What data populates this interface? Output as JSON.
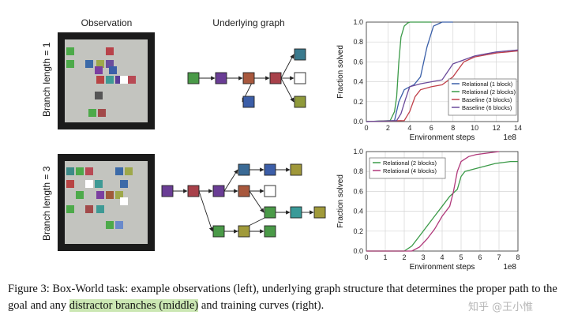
{
  "labels": {
    "observation": "Observation",
    "underlying_graph": "Underlying graph",
    "branch1": "Branch length = 1",
    "branch3": "Branch length = 3"
  },
  "observations": {
    "top": [
      {
        "c": "#4daa4a"
      },
      {
        "c": "#b8434a"
      },
      {
        "c": "#4daa4a"
      },
      {
        "c": "#3c6aa8"
      },
      {
        "c": "#9ea84a"
      },
      {
        "c": "#6a4d9d"
      },
      {
        "c": "#7b3fa0"
      },
      {
        "c": "#3b5ea8"
      },
      {
        "c": "#b84444"
      },
      {
        "c": "#3e9a95"
      },
      {
        "c": "#5a3c9a"
      },
      {
        "c": "#ffffff"
      },
      {
        "c": "#b84a55"
      },
      {
        "c": "#555555"
      },
      {
        "c": "#4daa4a"
      },
      {
        "c": "#a24a4a"
      }
    ],
    "bottom": [
      {
        "c": "#3d8a88"
      },
      {
        "c": "#4daa4a"
      },
      {
        "c": "#b84a55"
      },
      {
        "c": "#3c6aa8"
      },
      {
        "c": "#9ea84a"
      },
      {
        "c": "#b84444"
      },
      {
        "c": "#ffffff"
      },
      {
        "c": "#3e9a95"
      },
      {
        "c": "#3c6aa8"
      },
      {
        "c": "#4daa4a"
      },
      {
        "c": "#7b3fa0"
      },
      {
        "c": "#a05a3a"
      },
      {
        "c": "#9ea84a"
      },
      {
        "c": "#ffffff"
      },
      {
        "c": "#4daa4a"
      },
      {
        "c": "#a24a4a"
      },
      {
        "c": "#3e9a95"
      },
      {
        "c": "#4daa4a"
      },
      {
        "c": "#6a8acb"
      }
    ]
  },
  "graphs": {
    "top": {
      "nodes": [
        {
          "id": "a",
          "c": "#4a9a48"
        },
        {
          "id": "b",
          "c": "#6a3d95"
        },
        {
          "id": "c",
          "c": "#a8583d"
        },
        {
          "id": "d",
          "c": "#a8414a"
        },
        {
          "id": "e",
          "c": "#3a7a8e"
        },
        {
          "id": "f",
          "c": "#ffffff"
        },
        {
          "id": "g",
          "c": "#8f9a3a"
        },
        {
          "id": "h",
          "c": "#3c5ea8"
        }
      ],
      "edges": [
        [
          "a",
          "b"
        ],
        [
          "b",
          "c"
        ],
        [
          "c",
          "d"
        ],
        [
          "d",
          "e"
        ],
        [
          "d",
          "f"
        ],
        [
          "d",
          "g"
        ],
        [
          "c",
          "h"
        ]
      ]
    },
    "bottom": {
      "nodes": [
        {
          "id": "a",
          "c": "#6a3d95"
        },
        {
          "id": "b",
          "c": "#a8414a"
        },
        {
          "id": "c",
          "c": "#6a3d95"
        },
        {
          "id": "d",
          "c": "#3a6a95"
        },
        {
          "id": "e",
          "c": "#3c5ea8"
        },
        {
          "id": "f",
          "c": "#a0983a"
        },
        {
          "id": "g",
          "c": "#a8583d"
        },
        {
          "id": "h",
          "c": "#ffffff"
        },
        {
          "id": "i",
          "c": "#4a9a48"
        },
        {
          "id": "j",
          "c": "#3a9a98"
        },
        {
          "id": "k",
          "c": "#a09a3a"
        },
        {
          "id": "l",
          "c": "#4a9a48"
        },
        {
          "id": "m",
          "c": "#a09a3a"
        },
        {
          "id": "n",
          "c": "#4a9a48"
        }
      ],
      "edges": [
        [
          "a",
          "b"
        ],
        [
          "b",
          "c"
        ],
        [
          "c",
          "d"
        ],
        [
          "d",
          "e"
        ],
        [
          "e",
          "f"
        ],
        [
          "c",
          "g"
        ],
        [
          "g",
          "h"
        ],
        [
          "g",
          "i"
        ],
        [
          "i",
          "j"
        ],
        [
          "j",
          "k"
        ],
        [
          "i",
          "m"
        ],
        [
          "b",
          "l"
        ],
        [
          "l",
          "m"
        ],
        [
          "m",
          "n"
        ]
      ]
    }
  },
  "chart_data": [
    {
      "type": "line",
      "title": "",
      "xlabel": "Environment steps",
      "ylabel": "Fraction solved",
      "x_multiplier_label": "1e8",
      "xlim": [
        0,
        14
      ],
      "ylim": [
        0,
        1.0
      ],
      "xticks": [
        "0",
        "2",
        "4",
        "6",
        "8",
        "10",
        "12",
        "14"
      ],
      "yticks": [
        "0.0",
        "0.2",
        "0.4",
        "0.6",
        "0.8",
        "1.0"
      ],
      "legend_position": "lower-right",
      "series": [
        {
          "name": "Relational (1 block)",
          "color": "#3a5fa8",
          "x": [
            0,
            2.6,
            3.0,
            3.5,
            4.0,
            4.4,
            5.0,
            5.6,
            6.2,
            6.6,
            6.8,
            7.0,
            7.2,
            8
          ],
          "y": [
            0,
            0.01,
            0.2,
            0.32,
            0.35,
            0.37,
            0.45,
            0.75,
            0.96,
            0.98,
            0.99,
            1.0,
            1.0,
            1.0
          ]
        },
        {
          "name": "Relational (2 blocks)",
          "color": "#3b9a48",
          "x": [
            0,
            2.2,
            2.6,
            2.8,
            3.0,
            3.2,
            3.5,
            3.8,
            4.0,
            4.5,
            5.0,
            5.5,
            6
          ],
          "y": [
            0,
            0.01,
            0.1,
            0.25,
            0.6,
            0.85,
            0.96,
            0.99,
            1.0,
            1.0,
            1.0,
            1.0,
            1.0
          ]
        },
        {
          "name": "Baseline (3 blocks)",
          "color": "#c0404a",
          "x": [
            0,
            3.5,
            4.0,
            4.5,
            5.0,
            6.0,
            7.0,
            8.0,
            9.0,
            10.0,
            11.0,
            12.0,
            13.0,
            14.0
          ],
          "y": [
            0,
            0.01,
            0.1,
            0.25,
            0.32,
            0.35,
            0.37,
            0.45,
            0.6,
            0.65,
            0.67,
            0.69,
            0.7,
            0.71
          ]
        },
        {
          "name": "Baseline (6 blocks)",
          "color": "#6a4a9a",
          "x": [
            0,
            2.8,
            3.2,
            3.6,
            4.0,
            5.0,
            6.0,
            7.0,
            7.5,
            8.0,
            9.0,
            10.0,
            11.0,
            12.0,
            13.0,
            14.0
          ],
          "y": [
            0,
            0.01,
            0.08,
            0.22,
            0.35,
            0.38,
            0.4,
            0.42,
            0.5,
            0.58,
            0.62,
            0.66,
            0.68,
            0.7,
            0.71,
            0.72
          ]
        }
      ]
    },
    {
      "type": "line",
      "title": "",
      "xlabel": "Environment steps",
      "ylabel": "Fraction solved",
      "x_multiplier_label": "1e8",
      "xlim": [
        0,
        8
      ],
      "ylim": [
        0,
        1.0
      ],
      "xticks": [
        "0",
        "1",
        "2",
        "3",
        "4",
        "5",
        "6",
        "7",
        "8"
      ],
      "yticks": [
        "0.0",
        "0.2",
        "0.4",
        "0.6",
        "0.8",
        "1.0"
      ],
      "legend_position": "upper-left",
      "series": [
        {
          "name": "Relational (2 blocks)",
          "color": "#3b9a48",
          "x": [
            0,
            2.0,
            2.4,
            2.8,
            3.2,
            3.6,
            4.0,
            4.4,
            4.8,
            5.0,
            5.2,
            5.6,
            6.0,
            6.4,
            6.8,
            7.2,
            7.6,
            8.0
          ],
          "y": [
            0,
            0.0,
            0.05,
            0.15,
            0.25,
            0.35,
            0.45,
            0.55,
            0.62,
            0.75,
            0.8,
            0.82,
            0.84,
            0.86,
            0.88,
            0.89,
            0.9,
            0.9
          ]
        },
        {
          "name": "Relational (4 blocks)",
          "color": "#b0387a",
          "x": [
            0,
            2.4,
            2.8,
            3.2,
            3.6,
            4.0,
            4.4,
            4.6,
            4.8,
            5.0,
            5.4,
            5.8,
            6.2,
            6.6,
            7.0
          ],
          "y": [
            0,
            0.0,
            0.04,
            0.12,
            0.22,
            0.35,
            0.45,
            0.6,
            0.8,
            0.9,
            0.95,
            0.97,
            0.98,
            0.99,
            1.0
          ]
        }
      ]
    }
  ],
  "caption": {
    "pre": "Figure 3: Box-World task: example observations (left), underlying graph structure that determines the proper path to the goal and any ",
    "highlight": "distractor branches (middle)",
    "post": " and training curves (right)."
  },
  "watermark": "知乎 @王小惟"
}
